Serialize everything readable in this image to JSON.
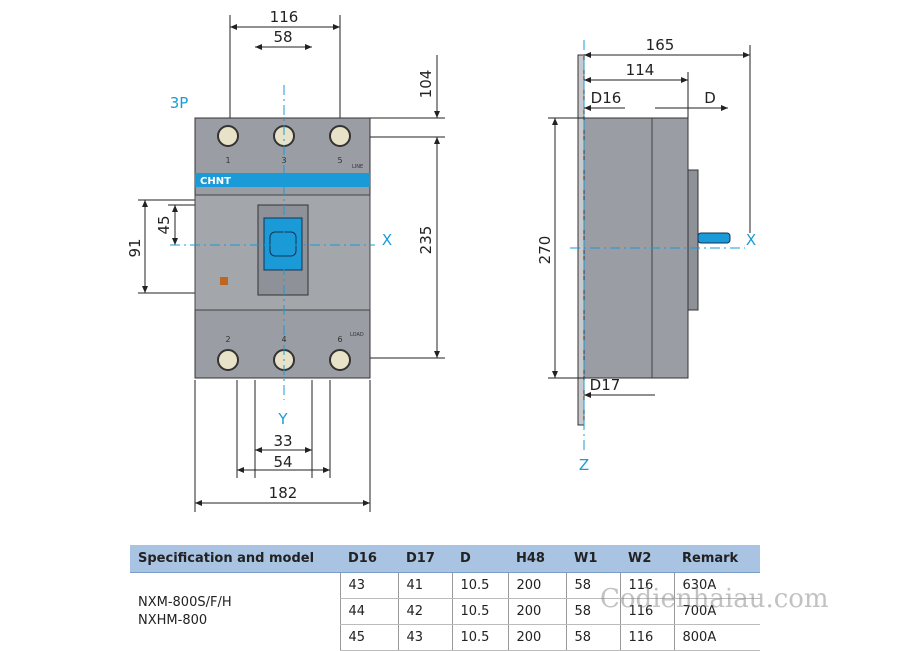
{
  "front_view": {
    "pole_label": "3P",
    "dims": {
      "w116": "116",
      "w58": "58",
      "h104": "104",
      "h235": "235",
      "h91": "91",
      "h45": "45",
      "w33": "33",
      "w54": "54",
      "w182": "182"
    },
    "axis_x": "X",
    "axis_y": "Y",
    "brand": "CHNT",
    "line_label": "LINE",
    "load_label": "LOAD",
    "terminals_top": [
      "1",
      "3",
      "5"
    ],
    "terminals_bottom": [
      "2",
      "4",
      "6"
    ]
  },
  "side_view": {
    "dims": {
      "d165": "165",
      "d114": "114",
      "d16": "D16",
      "d": "D",
      "h270": "270",
      "d17": "D17"
    },
    "axis_x": "X",
    "axis_z": "Z"
  },
  "table": {
    "headers": [
      "Specification and model",
      "D16",
      "D17",
      "D",
      "H48",
      "W1",
      "W2",
      "Remark"
    ],
    "model_lines": [
      "NXM-800S/F/H",
      "NXHM-800"
    ],
    "rows": [
      [
        "43",
        "41",
        "10.5",
        "200",
        "58",
        "116",
        "630A"
      ],
      [
        "44",
        "42",
        "10.5",
        "200",
        "58",
        "116",
        "700A"
      ],
      [
        "45",
        "43",
        "10.5",
        "200",
        "58",
        "116",
        "800A"
      ]
    ]
  },
  "watermark": "Codienhaiau.com",
  "colors": {
    "body": "#9a9da3",
    "accent": "#1a9bd7",
    "header": "#a9c3e3"
  }
}
